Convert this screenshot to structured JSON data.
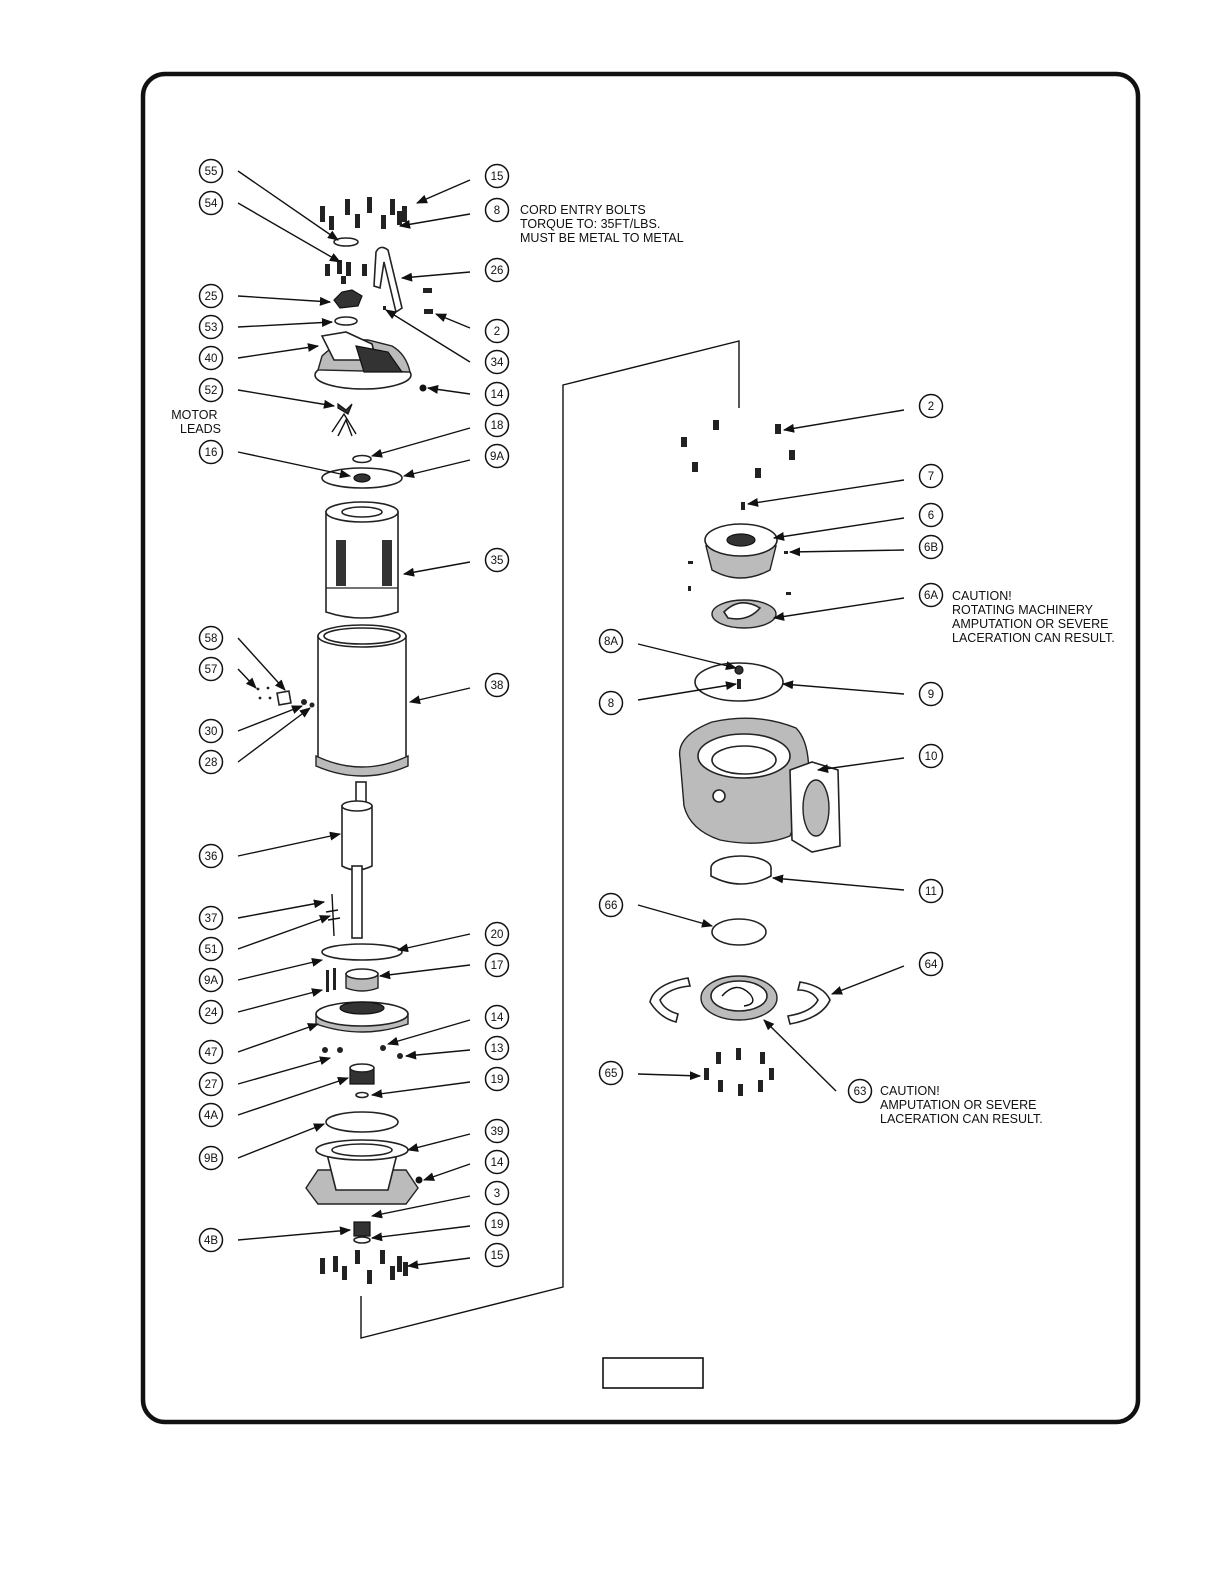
{
  "callouts": [
    {
      "id": "c55",
      "text": "55"
    },
    {
      "id": "c54",
      "text": "54"
    },
    {
      "id": "c15a",
      "text": "15"
    },
    {
      "id": "c8a",
      "text": "8"
    },
    {
      "id": "c26",
      "text": "26"
    },
    {
      "id": "c25",
      "text": "25"
    },
    {
      "id": "c53",
      "text": "53"
    },
    {
      "id": "c2a",
      "text": "2"
    },
    {
      "id": "c40",
      "text": "40"
    },
    {
      "id": "c34",
      "text": "34"
    },
    {
      "id": "c52",
      "text": "52"
    },
    {
      "id": "c14a",
      "text": "14"
    },
    {
      "id": "c18",
      "text": "18"
    },
    {
      "id": "c16",
      "text": "16"
    },
    {
      "id": "c9Aa",
      "text": "9A"
    },
    {
      "id": "c35",
      "text": "35"
    },
    {
      "id": "c58",
      "text": "58"
    },
    {
      "id": "c57",
      "text": "57"
    },
    {
      "id": "c38",
      "text": "38"
    },
    {
      "id": "c30",
      "text": "30"
    },
    {
      "id": "c28",
      "text": "28"
    },
    {
      "id": "c36",
      "text": "36"
    },
    {
      "id": "c37",
      "text": "37"
    },
    {
      "id": "c51",
      "text": "51"
    },
    {
      "id": "c20",
      "text": "20"
    },
    {
      "id": "c9Ab",
      "text": "9A"
    },
    {
      "id": "c17",
      "text": "17"
    },
    {
      "id": "c24",
      "text": "24"
    },
    {
      "id": "c14b",
      "text": "14"
    },
    {
      "id": "c47",
      "text": "47"
    },
    {
      "id": "c13",
      "text": "13"
    },
    {
      "id": "c27",
      "text": "27"
    },
    {
      "id": "c19a",
      "text": "19"
    },
    {
      "id": "c4A",
      "text": "4A"
    },
    {
      "id": "c39",
      "text": "39"
    },
    {
      "id": "c9B",
      "text": "9B"
    },
    {
      "id": "c14c",
      "text": "14"
    },
    {
      "id": "c3",
      "text": "3"
    },
    {
      "id": "c19b",
      "text": "19"
    },
    {
      "id": "c4B",
      "text": "4B"
    },
    {
      "id": "c15b",
      "text": "15"
    },
    {
      "id": "c2b",
      "text": "2"
    },
    {
      "id": "c7",
      "text": "7"
    },
    {
      "id": "c6",
      "text": "6"
    },
    {
      "id": "c6B",
      "text": "6B"
    },
    {
      "id": "c6A",
      "text": "6A"
    },
    {
      "id": "c8A",
      "text": "8A"
    },
    {
      "id": "c9",
      "text": "9"
    },
    {
      "id": "c8b",
      "text": "8"
    },
    {
      "id": "c10",
      "text": "10"
    },
    {
      "id": "c11",
      "text": "11"
    },
    {
      "id": "c66",
      "text": "66"
    },
    {
      "id": "c64",
      "text": "64"
    },
    {
      "id": "c65",
      "text": "65"
    },
    {
      "id": "c63",
      "text": "63"
    }
  ],
  "notes": {
    "cord_bolts": [
      "CORD ENTRY BOLTS",
      "TORQUE TO: 35FT/LBS.",
      "MUST BE METAL TO METAL"
    ],
    "motor_leads": [
      "MOTOR",
      "LEADS"
    ],
    "caution_rotating": [
      "CAUTION!",
      "ROTATING MACHINERY",
      "AMPUTATION OR SEVERE",
      "LACERATION CAN RESULT."
    ],
    "caution_amputation": [
      "CAUTION!",
      "AMPUTATION OR SEVERE",
      "LACERATION CAN RESULT."
    ]
  },
  "figure_label": ""
}
